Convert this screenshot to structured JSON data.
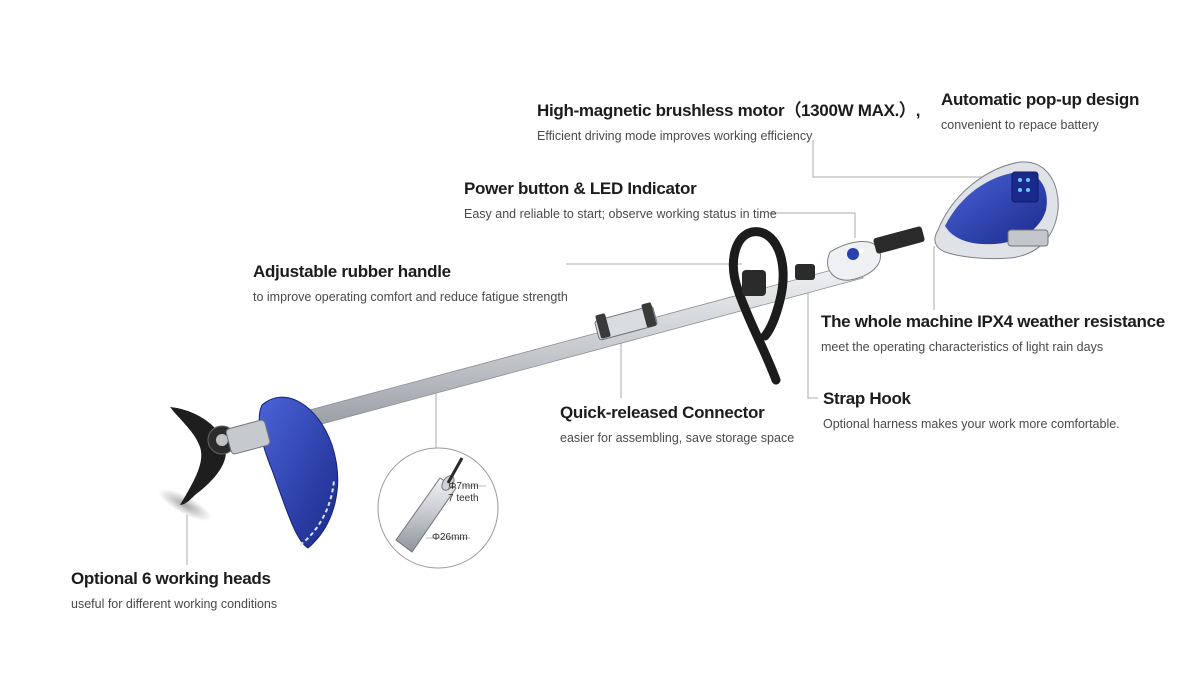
{
  "callouts": {
    "motor": {
      "title": "High-magnetic brushless motor（1300W MAX.）,",
      "desc": "Efficient driving mode improves working efficiency"
    },
    "popup": {
      "title": "Automatic pop-up design",
      "desc": "convenient to repace battery"
    },
    "power": {
      "title": "Power button & LED Indicator",
      "desc": "Easy and reliable to start; observe working status in time"
    },
    "handle": {
      "title": "Adjustable rubber handle",
      "desc": "to improve operating comfort and reduce fatigue strength"
    },
    "ipx4": {
      "title": "The whole machine IPX4 weather resistance",
      "desc": "meet the operating characteristics of light rain days"
    },
    "strap": {
      "title": "Strap Hook",
      "desc": "Optional harness makes your work more comfortable."
    },
    "connector": {
      "title": "Quick-released Connector",
      "desc": "easier for assembling, save storage space"
    },
    "heads": {
      "title": "Optional 6 working heads",
      "desc": "useful for different working conditions"
    }
  },
  "shaft_detail": {
    "inner": "Φ7mm",
    "teeth": "7 teeth",
    "outer": "Φ26mm"
  },
  "colors": {
    "brand_blue": "#2a3fae",
    "shaft": "#c9cdd2",
    "leader": "#9a9a9a"
  }
}
